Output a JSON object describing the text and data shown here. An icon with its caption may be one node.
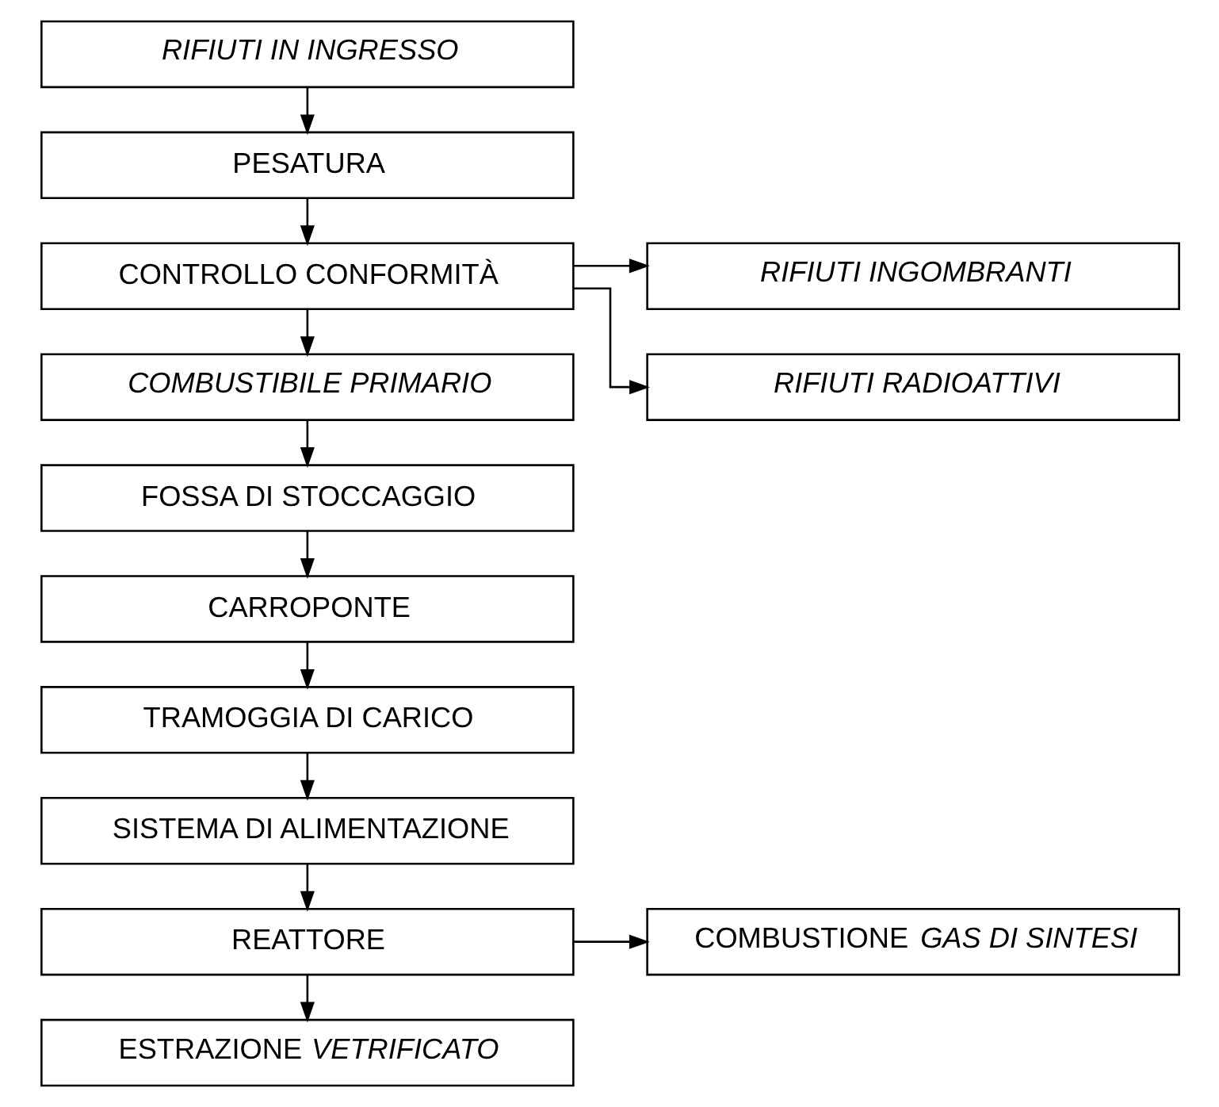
{
  "diagram": {
    "nodes": [
      {
        "text": [
          "RIFIUTI IN INGRESSO"
        ]
      },
      {
        "text": [
          "PESATURA"
        ]
      },
      {
        "text": [
          "CONTROLLO CONFORMITÀ"
        ]
      },
      {
        "text": [
          "RIFIUTI INGOMBRANTI"
        ]
      },
      {
        "text": [
          "COMBUSTIBILE PRIMARIO"
        ]
      },
      {
        "text": [
          "RIFIUTI RADIOATTIVI"
        ]
      },
      {
        "text": [
          "FOSSA DI STOCCAGGIO"
        ]
      },
      {
        "text": [
          "CARROPONTE"
        ]
      },
      {
        "text": [
          "TRAMOGGIA DI CARICO"
        ]
      },
      {
        "text": [
          "SISTEMA DI ALIMENTAZIONE"
        ]
      },
      {
        "text": [
          "REATTORE"
        ]
      },
      {
        "text": [
          "COMBUSTIONE *GAS DI SINTESI*"
        ]
      },
      {
        "text": [
          "ESTRAZIONE *VETRIFICATO*"
        ]
      }
    ],
    "edges": [
      {
        "from": 0,
        "to": 1,
        "arrow": "to"
      },
      {
        "from": 1,
        "to": 2,
        "arrow": "to"
      },
      {
        "from": 2,
        "to": 3,
        "arrow": "to"
      },
      {
        "from": 2,
        "to": 5,
        "arrow": "to"
      },
      {
        "from": 2,
        "to": 4,
        "arrow": "to"
      },
      {
        "from": 4,
        "to": 6,
        "arrow": "to"
      },
      {
        "from": 6,
        "to": 7,
        "arrow": "to"
      },
      {
        "from": 7,
        "to": 8,
        "arrow": "to"
      },
      {
        "from": 8,
        "to": 9,
        "arrow": "to"
      },
      {
        "from": 9,
        "to": 10,
        "arrow": "to"
      },
      {
        "from": 10,
        "to": 11,
        "arrow": "to"
      },
      {
        "from": 10,
        "to": 12,
        "arrow": "to"
      }
    ]
  }
}
